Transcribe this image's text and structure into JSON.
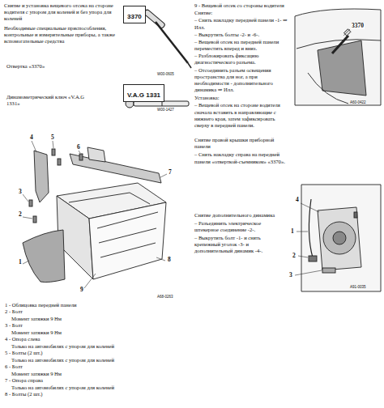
{
  "diagram": {
    "title": "Снятие и установка вещевого отсека на стороне водителя с упором для коленей и без упора для коленей",
    "nodes": [
      {
        "text": [
          "3370"
        ]
      },
      {
        "text": [
          "V.A.G 1331"
        ]
      }
    ],
    "labels": [
      "Необходимые специальные приспособления, контрольные и измерительные приборы, а также вспомогательные средства",
      "Отвертка «3370»",
      "W00-0605",
      "Динамометрический ключ «V.A.G 1331»",
      "W00-1427",
      "4",
      "5",
      "6",
      "7",
      "3",
      "2",
      "1",
      "8",
      "9",
      "A68-0263",
      "1 - Облицовка передней панели",
      "2 - Болт",
      "Момент затяжки 9 Нм",
      "3 - Болт",
      "Момент затяжки 9 Нм",
      "4 - Опора слева",
      "Только на автомобилях с упором для коленей",
      "5 - Болты (2 шт.)",
      "Только на автомобилях с упором для коленей",
      "6 - Болт",
      "Момент затяжки 9 Нм",
      "7 - Опора справа",
      "Только на автомобилях с упором для коленей",
      "8 - Болты (2 шт.)",
      "9 - Вещевой отсек со стороны водителя",
      "Снятие:",
      "– Снять накладку передней панели -1- ⇒ Илл.",
      "– Выкрутить болты -2- и -6-.",
      "– Вещевой отсек на передней панели переместить вперед и вниз.",
      "– Разблокировать фиксацию диагностического разъема.",
      "– Отсоединить разъем освещения пространства для ног, а при необходимости - дополнительного динамика ⇒ Илл.",
      "Установка:",
      "– Вещевой отсек на стороне водителя сначала вставить в направляющие с нижнего края, затем зафиксировать сверху в передней панели.",
      "Снятие правой крышки приборной панели",
      "– Снять накладку справа на передней панели «отверткой-съемником» «3370».",
      "3370",
      "A60-0422",
      "Снятие дополнительного динамика",
      "– Разъединить электрическое штекерное соединение -2-.",
      "– Выкрутить болт -1- и снять крепежный уголок -3- и дополнительный динамик -4-.",
      "4",
      "1",
      "2",
      "3",
      "A91-0035"
    ]
  }
}
